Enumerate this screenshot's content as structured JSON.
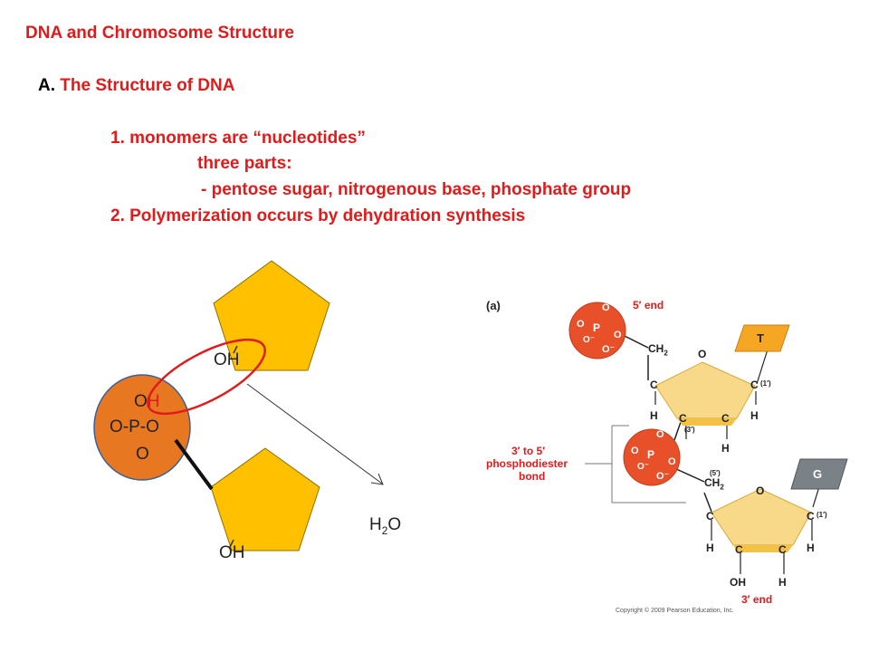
{
  "slide": {
    "title": "DNA and Chromosome Structure",
    "section_prefix": "A.",
    "section_title": " The Structure of DNA",
    "point1": "1. monomers are “nucleotides”",
    "point1_sub": "three parts:",
    "point1_detail": "- pentose sugar, nitrogenous base, phosphate group",
    "point2": "2. Polymerization occurs by dehydration synthesis"
  },
  "left_diagram": {
    "top_oh": "OH",
    "phosphate_o1": "O",
    "phosphate_h": "H",
    "phosphate_mid": "O-P-O",
    "phosphate_o2": "O",
    "bottom_oh": "OH",
    "water_h": "H",
    "water_sub": "2",
    "water_o": "O",
    "colors": {
      "sugar": "#FFC000",
      "phosphate": "#E87722",
      "highlight": "#E01B1B"
    }
  },
  "right_figure": {
    "panel_label": "(a)",
    "five_prime_end": "5′ end",
    "three_prime_end": "3′ end",
    "bond_label_line1": "3′ to 5′",
    "bond_label_line2": "phosphodiester",
    "bond_label_line3": "bond",
    "base_top": "T",
    "base_bottom": "G",
    "ch2": "CH",
    "ch2_sub": "2",
    "carbon": "C",
    "oxygen": "O",
    "hydrogen": "H",
    "hydroxyl": "OH",
    "prime_1": "(1′)",
    "prime_3": "(3′)",
    "prime_5": "(5′)",
    "phosphate_o_minus": "O⁻",
    "phosphate_p": "P",
    "phosphate_o": "O",
    "copyright": "Copyright © 2009 Pearson Education, Inc.",
    "colors": {
      "phosphate": "#E8502A",
      "sugar": "#F8D98A",
      "base_t": "#F5A623",
      "base_g": "#7A8288",
      "label": "#E01B1B"
    }
  }
}
